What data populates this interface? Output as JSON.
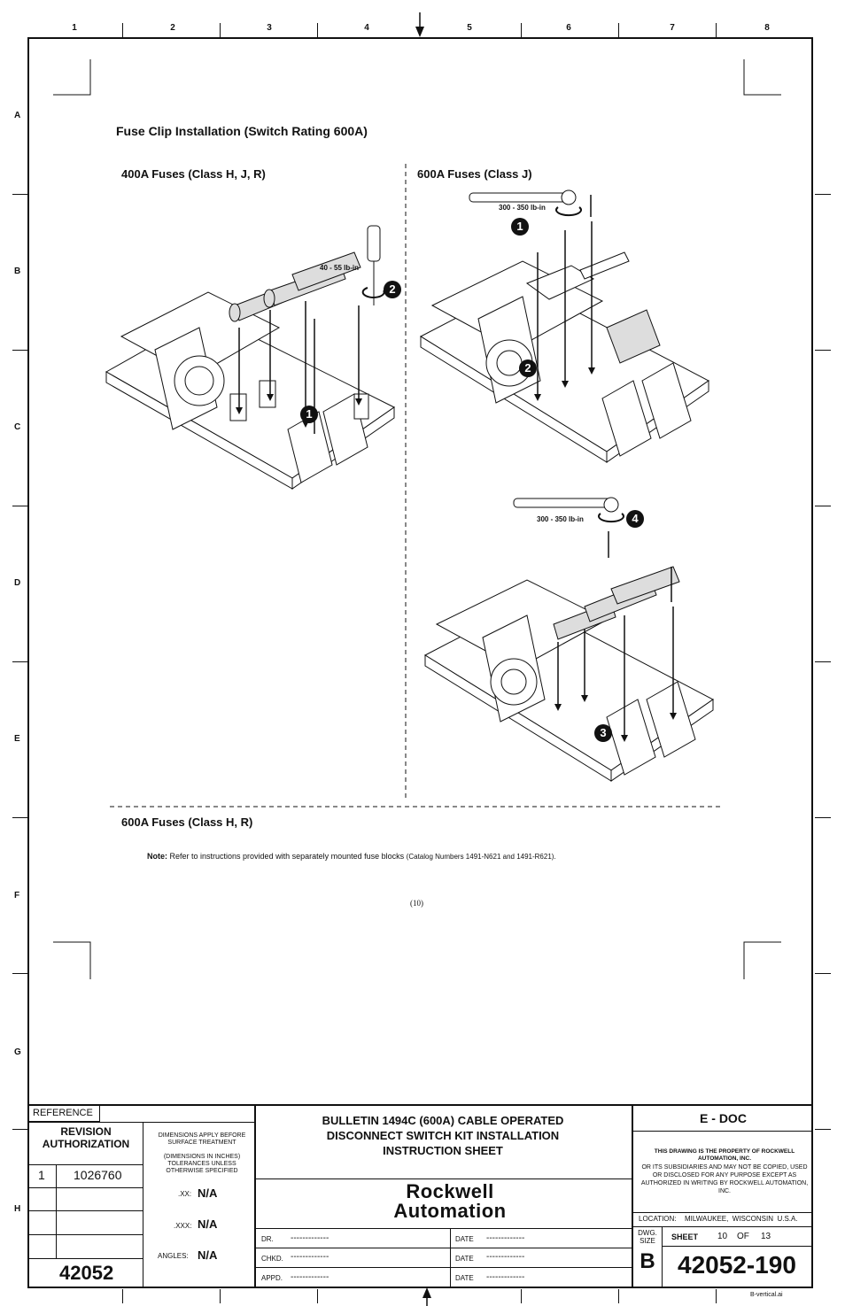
{
  "zones": {
    "columns": [
      "1",
      "2",
      "3",
      "4",
      "5",
      "6",
      "7",
      "8"
    ],
    "rows": [
      "A",
      "B",
      "C",
      "D",
      "E",
      "F",
      "G",
      "H"
    ]
  },
  "drawing": {
    "main_title": "Fuse Clip Installation (Switch Rating 600A)",
    "panel_left_title": "400A Fuses (Class H, J, R)",
    "panel_right_title": "600A Fuses (Class J)",
    "panel_bottom_title": "600A Fuses (Class H, R)",
    "torque_left": "40 - 55 lb-in",
    "torque_right_top": "300 - 350 lb-in",
    "torque_right_bottom": "300 - 350 lb-in",
    "steps": [
      "1",
      "2",
      "1",
      "2",
      "3",
      "4"
    ],
    "note_label": "Note:",
    "note_text": "Refer to instructions provided with separately mounted fuse blocks",
    "note_catalog": "(Catalog Numbers 1491-N621 and 1491-R621).",
    "page_number": "(10)"
  },
  "title_block": {
    "reference_label": "REFERENCE",
    "revision_authorization": "REVISION\nAUTHORIZATION",
    "revision_number": "1",
    "revision_code": "1026760",
    "dimensions_note_1": "DIMENSIONS APPLY BEFORE SURFACE TREATMENT",
    "dimensions_note_2": "(DIMENSIONS IN INCHES) TOLERANCES UNLESS OTHERWISE SPECIFIED",
    "tol_xx_label": ".XX:",
    "tol_xx_value": "N/A",
    "tol_xxx_label": ".XXX:",
    "tol_xxx_value": "N/A",
    "angles_label": "ANGLES:",
    "angles_value": "N/A",
    "part_prefix": "42052",
    "doc_title": "BULLETIN 1494C (600A) CABLE OPERATED DISCONNECT SWITCH KIT INSTALLATION INSTRUCTION SHEET",
    "logo_line_1": "Rockwell",
    "logo_line_2": "Automation",
    "dr_label": "DR.",
    "chkd_label": "CHKD.",
    "appd_label": "APPD.",
    "date_label": "DATE",
    "blank_value": "-------------",
    "doc_type": "E - DOC",
    "property_title": "THIS DRAWING IS THE PROPERTY OF ROCKWELL AUTOMATION, INC.",
    "property_text": "OR ITS SUBSIDIARIES AND MAY NOT BE COPIED, USED OR DISCLOSED FOR ANY PURPOSE EXCEPT AS AUTHORIZED IN WRITING BY ROCKWELL AUTOMATION, INC.",
    "location_label": "LOCATION:",
    "location_value": "MILWAUKEE,  WISCONSIN  U.S.A.",
    "dwg_size_label": "DWG. SIZE",
    "dwg_size_value": "B",
    "sheet_label": "SHEET",
    "sheet_number": "10",
    "sheet_of": "OF",
    "sheet_total": "13",
    "drawing_number": "42052-190",
    "file_name": "B-vertical.ai"
  }
}
